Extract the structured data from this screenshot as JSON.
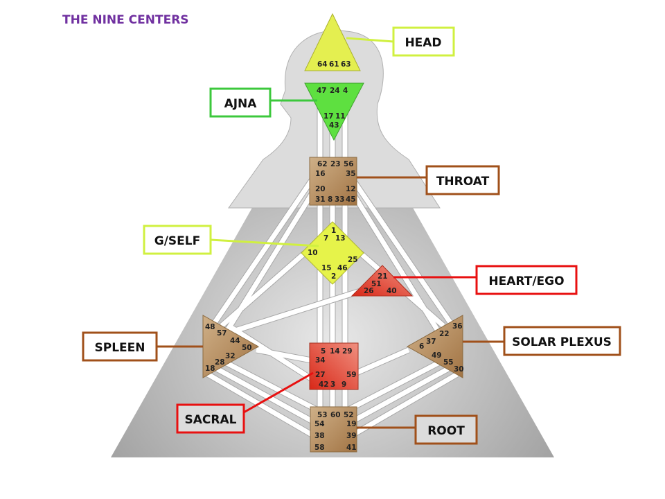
{
  "title": "THE NINE CENTERS",
  "colors": {
    "title": "#7030a0",
    "head": "#e4ef50",
    "ajna": "#5ee040",
    "throat": "#b48a5a",
    "g_self": "#e6f34a",
    "heart": "#e0483a",
    "spleen": "#b48a5a",
    "solar_plexus": "#b48a5a",
    "sacral": "#e0483a",
    "root": "#b48a5a",
    "label_brown": "#a0501a",
    "label_red": "#e81010",
    "label_green": "#3cc83c",
    "label_yellow": "#d0f040"
  },
  "labels": {
    "head": "HEAD",
    "ajna": "AJNA",
    "throat": "THROAT",
    "g_self": "G/SELF",
    "heart": "HEART/EGO",
    "spleen": "SPLEEN",
    "solar_plexus": "SOLAR PLEXUS",
    "sacral": "SACRAL",
    "root": "ROOT"
  },
  "gates": {
    "head": [
      "64",
      "61",
      "63"
    ],
    "ajna": [
      "47",
      "24",
      "4",
      "17",
      "11",
      "43"
    ],
    "throat": [
      "62",
      "23",
      "56",
      "16",
      "35",
      "20",
      "12",
      "31",
      "8",
      "33",
      "45"
    ],
    "g_self": [
      "1",
      "7",
      "13",
      "10",
      "25",
      "15",
      "46",
      "2"
    ],
    "heart": [
      "21",
      "51",
      "26",
      "40"
    ],
    "spleen": [
      "48",
      "57",
      "44",
      "50",
      "32",
      "28",
      "18"
    ],
    "solar_plexus": [
      "36",
      "22",
      "6",
      "37",
      "49",
      "55",
      "30"
    ],
    "sacral": [
      "5",
      "14",
      "29",
      "34",
      "27",
      "59",
      "42",
      "3",
      "9"
    ],
    "root": [
      "53",
      "60",
      "52",
      "54",
      "19",
      "38",
      "39",
      "58",
      "41"
    ]
  }
}
